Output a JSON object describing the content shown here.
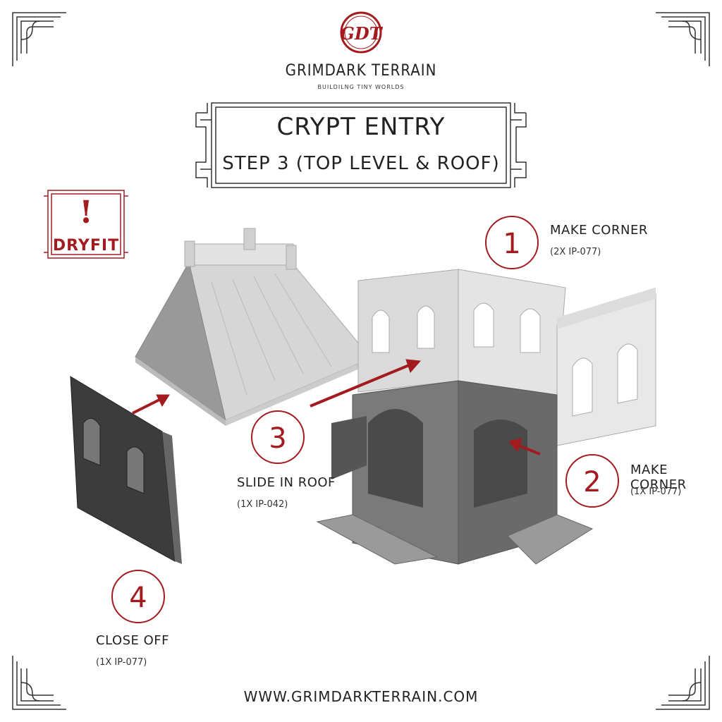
{
  "brand": {
    "monogram": "GDT",
    "name": "GRIMDARK TERRAIN",
    "tagline": "BUILDILNG TINY WORLDS"
  },
  "title": {
    "line1": "CRYPT ENTRY",
    "line2": "STEP 3 (TOP LEVEL & ROOF)"
  },
  "badge": {
    "symbol": "!",
    "label": "DRYFIT"
  },
  "steps": [
    {
      "number": "1",
      "label": "MAKE CORNER",
      "detail": "(2X IP-077)"
    },
    {
      "number": "2",
      "label": "MAKE CORNER",
      "detail": "(1X IP-077)"
    },
    {
      "number": "3",
      "label": "SLIDE IN ROOF",
      "detail": "(1X IP-042)"
    },
    {
      "number": "4",
      "label": "CLOSE OFF",
      "detail": "(1X IP-077)"
    }
  ],
  "footer": {
    "url": "WWW.GRIMDARKTERRAIN.COM"
  },
  "colors": {
    "accent": "#a31b1f",
    "ink": "#222222",
    "model_light": "#d9d9d9",
    "model_dark": "#555555"
  }
}
